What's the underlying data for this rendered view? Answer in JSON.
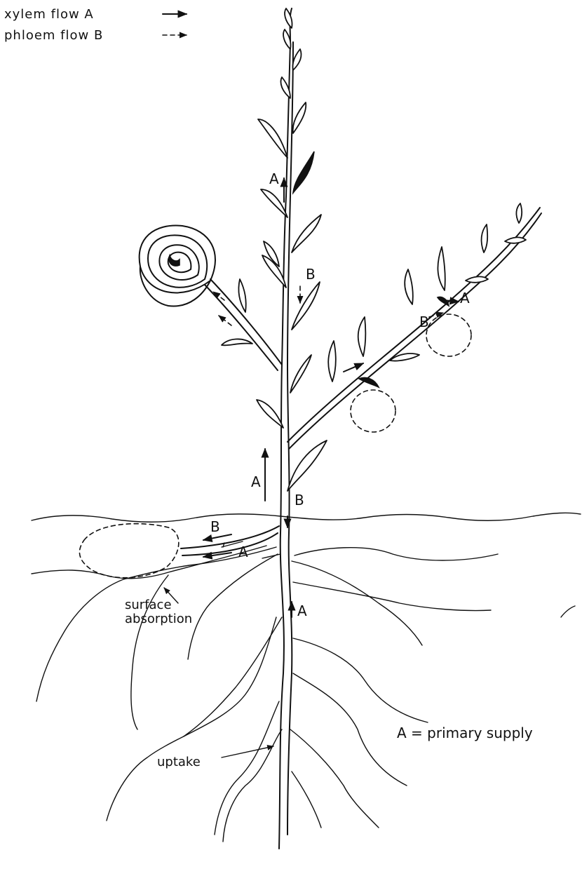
{
  "legend": {
    "xylem": "xylem  flow A",
    "phloem": "phloem flow B"
  },
  "labels": {
    "a_upper_stem": "A",
    "b_upper_stem": "B",
    "a_lower_stem": "A",
    "b_lower_stem": "B",
    "a_branch": "A",
    "b_branch": "B",
    "b_root": "B",
    "a_root": "A",
    "a_below_ground": "A",
    "surface_line1": "surface",
    "surface_line2": "absorption",
    "uptake": "uptake",
    "primary_supply": "A = primary supply"
  }
}
